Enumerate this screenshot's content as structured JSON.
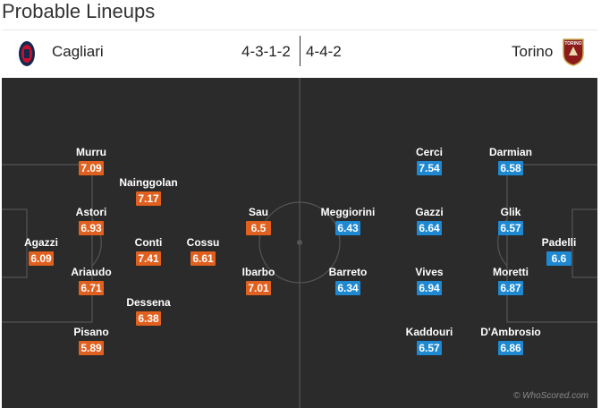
{
  "header": {
    "title": "Probable Lineups"
  },
  "home_team": {
    "name": "Cagliari",
    "formation": "4-3-1-2",
    "crest_icon": "cagliari-crest-icon"
  },
  "away_team": {
    "name": "Torino",
    "formation": "4-4-2",
    "crest_icon": "torino-crest-icon",
    "crest_text": "TORINO"
  },
  "colors": {
    "pitch": "#2b2b2b",
    "home_rating": "#e0601f",
    "away_rating": "#1e88d1",
    "lines": "#555555"
  },
  "home_players": [
    {
      "name": "Murru",
      "rating": "7.09"
    },
    {
      "name": "Nainggolan",
      "rating": "7.17"
    },
    {
      "name": "Astori",
      "rating": "6.93"
    },
    {
      "name": "Agazzi",
      "rating": "6.09"
    },
    {
      "name": "Conti",
      "rating": "7.41"
    },
    {
      "name": "Cossu",
      "rating": "6.61"
    },
    {
      "name": "Sau",
      "rating": "6.5"
    },
    {
      "name": "Ariaudo",
      "rating": "6.71"
    },
    {
      "name": "Ibarbo",
      "rating": "7.01"
    },
    {
      "name": "Dessena",
      "rating": "6.38"
    },
    {
      "name": "Pisano",
      "rating": "5.89"
    }
  ],
  "away_players": [
    {
      "name": "Cerci",
      "rating": "7.54"
    },
    {
      "name": "Darmian",
      "rating": "6.58"
    },
    {
      "name": "Meggiorini",
      "rating": "6.43"
    },
    {
      "name": "Gazzi",
      "rating": "6.64"
    },
    {
      "name": "Glik",
      "rating": "6.57"
    },
    {
      "name": "Padelli",
      "rating": "6.6"
    },
    {
      "name": "Barreto",
      "rating": "6.34"
    },
    {
      "name": "Vives",
      "rating": "6.94"
    },
    {
      "name": "Moretti",
      "rating": "6.87"
    },
    {
      "name": "Kaddouri",
      "rating": "6.57"
    },
    {
      "name": "D'Ambrosio",
      "rating": "6.86"
    }
  ],
  "credit": "© WhoScored.com"
}
